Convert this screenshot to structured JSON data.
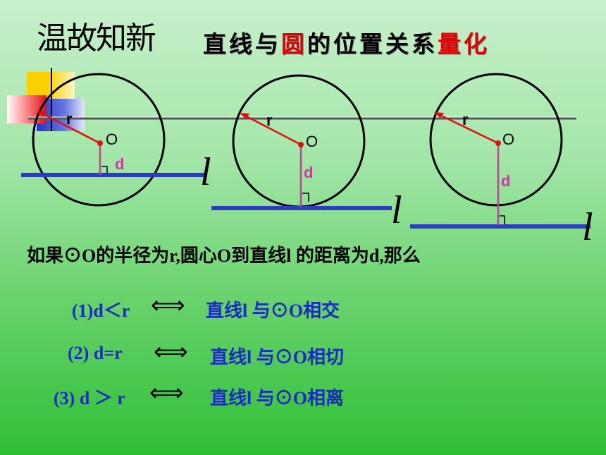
{
  "header": {
    "warmup_label": "温故知新",
    "title_part1": "直线与",
    "title_highlight1": "圆",
    "title_part2": "的位置关系",
    "title_highlight2": "量化"
  },
  "diagram": {
    "radius_label": "r",
    "center_label": "O",
    "distance_label": "d",
    "line_label": "l"
  },
  "text": {
    "intro": "如果⊙O的半径为r,圆心O到直线l 的距离为d,那么"
  },
  "cases": [
    {
      "condition": "(1)d＜r",
      "relation": "直线l 与⊙O相交"
    },
    {
      "condition": "(2) d=r",
      "relation": "直线l 与⊙O相切"
    },
    {
      "condition": "(3) d ＞ r",
      "relation": "直线l 与⊙O相离"
    }
  ],
  "colors": {
    "radius": "#e01010",
    "distance": "#c0409a",
    "line": "#2b3bc4",
    "case_text": "#1b2bbf"
  }
}
